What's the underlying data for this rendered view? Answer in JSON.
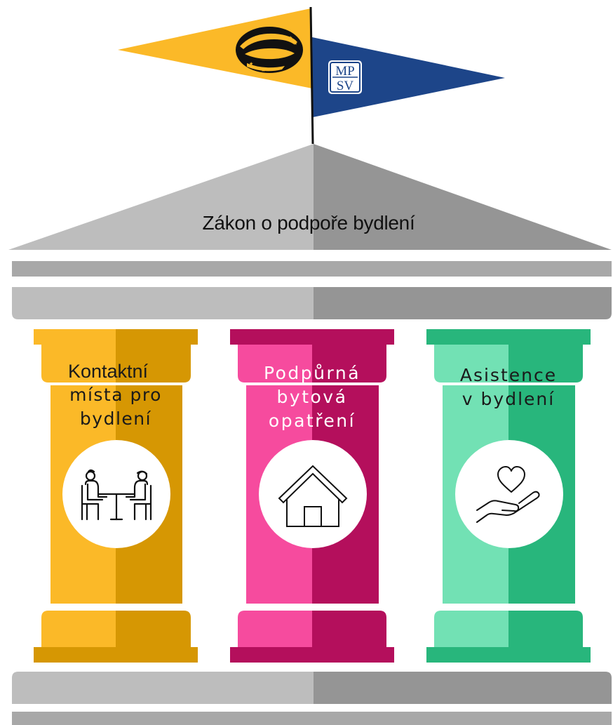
{
  "title": "Zákon o podpoře bydlení",
  "flags": {
    "left_flag": {
      "logo": "eu-esf-ring-logo",
      "color": "#fbb928"
    },
    "right_flag": {
      "logo_line_1": "MP",
      "logo_line_2": "SV",
      "color": "#1d4589"
    }
  },
  "colors": {
    "roof_light": "#bdbdbd",
    "roof_dark": "#959595",
    "pillar_1_light": "#fbb928",
    "pillar_1_dark": "#d69703",
    "pillar_2_light": "#f64b9e",
    "pillar_2_dark": "#b40f5c",
    "pillar_3_light": "#72e1b4",
    "pillar_3_dark": "#28b67c"
  },
  "pillars": [
    {
      "lines": [
        "Kontaktní",
        "místa pro",
        "bydlení"
      ],
      "icon": "meeting-table-icon"
    },
    {
      "lines": [
        "Podpůrná",
        "bytová",
        "opatření"
      ],
      "icon": "house-icon"
    },
    {
      "lines": [
        "Asistence",
        "v bydlení"
      ],
      "icon": "heart-hand-icon"
    }
  ]
}
